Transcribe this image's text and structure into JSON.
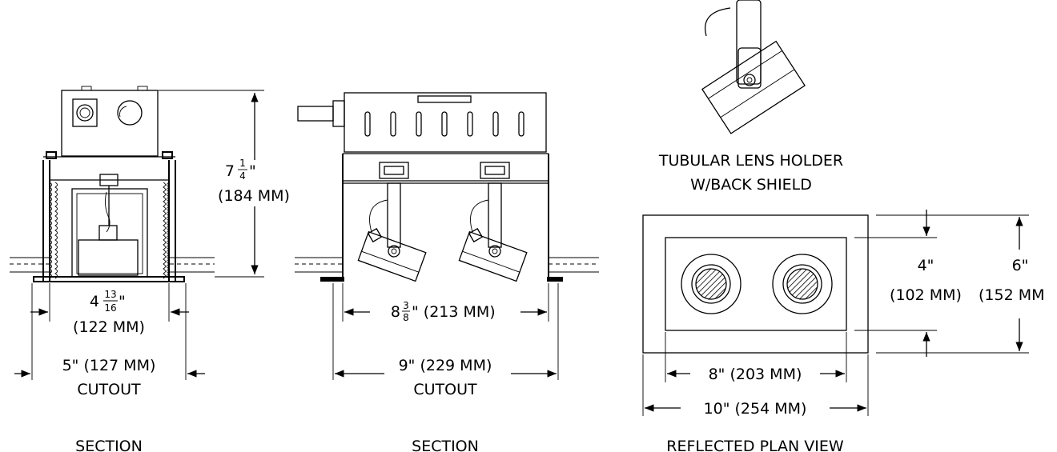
{
  "drawing": {
    "left": {
      "height_whole": "7",
      "height_num": "1",
      "height_den": "4",
      "height_quote": "\"",
      "height_mm": "(184 MM)",
      "inner_whole": "4",
      "inner_num": "13",
      "inner_den": "16",
      "inner_quote": "\"",
      "inner_mm": "(122 MM)",
      "cutout_dim": "5\" (127 MM)",
      "cutout_label": "CUTOUT",
      "caption": "SECTION"
    },
    "middle": {
      "inner_whole": "8",
      "inner_num": "3",
      "inner_den": "8",
      "inner_rest": "\" (213 MM)",
      "cutout_dim": "9\" (229 MM)",
      "cutout_label": "CUTOUT",
      "caption": "SECTION"
    },
    "holder": {
      "title_line1": "TUBULAR LENS HOLDER",
      "title_line2": "W/BACK SHIELD"
    },
    "plan": {
      "inner_height": "4\"",
      "inner_height_mm": "(102 MM)",
      "outer_height": "6\"",
      "outer_height_mm": "(152 MM",
      "inner_width": "8\" (203 MM)",
      "outer_width": "10\" (254 MM)",
      "caption": "REFLECTED PLAN VIEW"
    }
  }
}
